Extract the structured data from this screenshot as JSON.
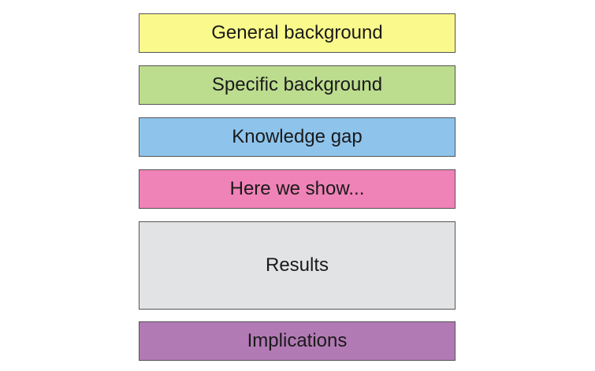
{
  "blocks": [
    {
      "label": "General background",
      "color": "#fafa8c"
    },
    {
      "label": "Specific background",
      "color": "#bcdc8e"
    },
    {
      "label": "Knowledge gap",
      "color": "#8ec4ec"
    },
    {
      "label": "Here we show...",
      "color": "#ef82b6"
    },
    {
      "label": "Results",
      "color": "#e2e3e4"
    },
    {
      "label": "Implications",
      "color": "#b27ab4"
    }
  ]
}
